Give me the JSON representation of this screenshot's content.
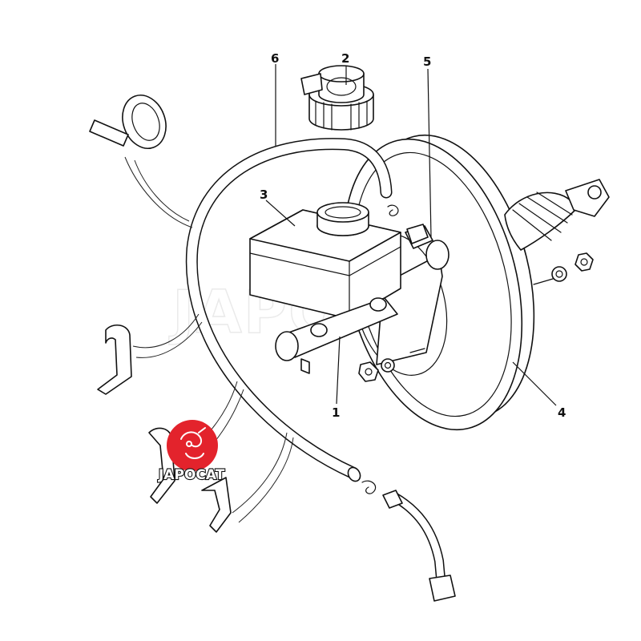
{
  "watermark": "JAPOCAT",
  "logo": {
    "text": "JAPOCAT",
    "color": "#e3232c"
  },
  "labels": {
    "p1": "1",
    "p2": "2",
    "p3": "3",
    "p4": "4",
    "p5": "5",
    "p6": "6"
  }
}
